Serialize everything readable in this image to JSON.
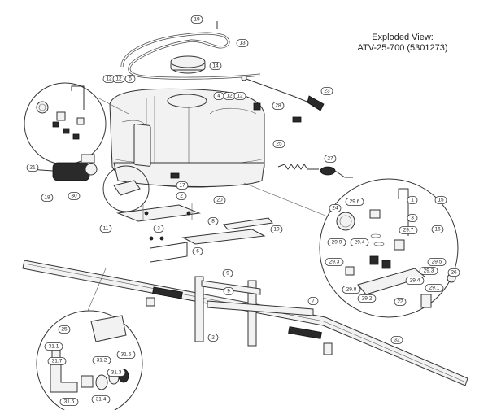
{
  "title": {
    "line1": "Exploded View:",
    "line2": "ATV-25-700 (5301273)"
  },
  "callouts": [
    {
      "id": "c19",
      "text": "19"
    },
    {
      "id": "c13",
      "text": "13"
    },
    {
      "id": "c14",
      "text": "14"
    },
    {
      "id": "c12a",
      "text": "12"
    },
    {
      "id": "c12b",
      "text": "12"
    },
    {
      "id": "c5",
      "text": "5"
    },
    {
      "id": "c4",
      "text": "4"
    },
    {
      "id": "c12c",
      "text": "12"
    },
    {
      "id": "c12d",
      "text": "12"
    },
    {
      "id": "c23",
      "text": "23"
    },
    {
      "id": "c28",
      "text": "28"
    },
    {
      "id": "c25a",
      "text": "25"
    },
    {
      "id": "c27",
      "text": "27"
    },
    {
      "id": "c21",
      "text": "21"
    },
    {
      "id": "c18",
      "text": "18"
    },
    {
      "id": "c30",
      "text": "30"
    },
    {
      "id": "c17",
      "text": "17"
    },
    {
      "id": "c2a",
      "text": "2"
    },
    {
      "id": "c20",
      "text": "20"
    },
    {
      "id": "c11",
      "text": "11"
    },
    {
      "id": "c3",
      "text": "3"
    },
    {
      "id": "c8",
      "text": "8"
    },
    {
      "id": "c6",
      "text": "6"
    },
    {
      "id": "c10",
      "text": "10"
    },
    {
      "id": "c9a",
      "text": "9"
    },
    {
      "id": "c9b",
      "text": "9"
    },
    {
      "id": "c7",
      "text": "7"
    },
    {
      "id": "c2b",
      "text": "2"
    },
    {
      "id": "c32",
      "text": "32"
    },
    {
      "id": "c29_6",
      "text": "29.6"
    },
    {
      "id": "c1",
      "text": "1"
    },
    {
      "id": "c15",
      "text": "15"
    },
    {
      "id": "c24",
      "text": "24"
    },
    {
      "id": "c3b",
      "text": "3"
    },
    {
      "id": "c29_7",
      "text": "29.7"
    },
    {
      "id": "c16",
      "text": "16"
    },
    {
      "id": "c29_9",
      "text": "29.9"
    },
    {
      "id": "c29_4",
      "text": "29.4"
    },
    {
      "id": "c29_3a",
      "text": "29.3"
    },
    {
      "id": "c29_5",
      "text": "29.5"
    },
    {
      "id": "c29_3b",
      "text": "29.3"
    },
    {
      "id": "c26",
      "text": "26"
    },
    {
      "id": "c29_8",
      "text": "29.8"
    },
    {
      "id": "c29_4b",
      "text": "29.4"
    },
    {
      "id": "c29_1",
      "text": "29.1"
    },
    {
      "id": "c29_2",
      "text": "29.2"
    },
    {
      "id": "c22",
      "text": "22"
    },
    {
      "id": "c25b",
      "text": "25"
    },
    {
      "id": "c31_1",
      "text": "31.1"
    },
    {
      "id": "c31_2",
      "text": "31.2"
    },
    {
      "id": "c31_6",
      "text": "31.6"
    },
    {
      "id": "c31_7",
      "text": "31.7"
    },
    {
      "id": "c31_3",
      "text": "31.3"
    },
    {
      "id": "c31_5",
      "text": "31.5"
    },
    {
      "id": "c31_4",
      "text": "31.4"
    }
  ]
}
